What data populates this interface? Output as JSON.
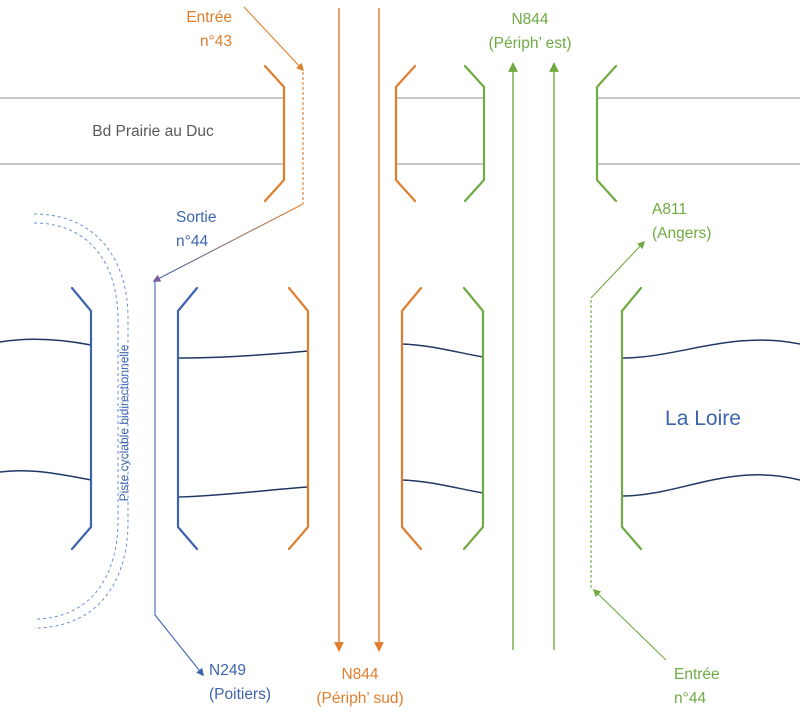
{
  "colors": {
    "orange": "#E07E2E",
    "blue": "#3F64AE",
    "green": "#6FAA43",
    "gray_line": "#9E9E9E",
    "gray_text": "#595959",
    "river_line": "#1F3864",
    "river_text": "#3F64AE",
    "light_blue": "#6A8ED3",
    "arrow_purple": "#8A5FA8"
  },
  "labels": {
    "entree43_line1": "Entrée",
    "entree43_line2": "n°43",
    "n844_east_line1": "N844",
    "n844_east_line2": "(Périph’ est)",
    "bd_prairie": "Bd Prairie au Duc",
    "sortie44_line1": "Sortie",
    "sortie44_line2": "n°44",
    "a811_line1": "A811",
    "a811_line2": "(Angers)",
    "piste": "Piste cyclable bidirectionnelle",
    "la_loire": "La Loire",
    "n249_line1": "N249",
    "n249_line2": "(Poitiers)",
    "n844_south_line1": "N844",
    "n844_south_line2": "(Périph’ sud)",
    "entree44_line1": "Entrée",
    "entree44_line2": "n°44"
  }
}
